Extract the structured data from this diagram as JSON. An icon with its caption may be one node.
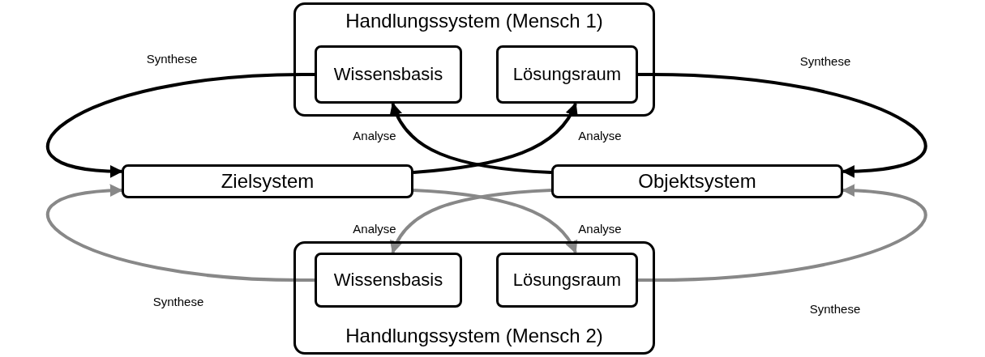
{
  "diagram": {
    "nodes": [
      {
        "text": [
          "Handlungssystem (Mensch 1)"
        ]
      },
      {
        "text": [
          "Wissensbasis"
        ],
        "in": 0
      },
      {
        "text": [
          "Lösungsraum"
        ],
        "in": 0
      },
      {
        "text": [
          "Zielsystem"
        ]
      },
      {
        "text": [
          "Objektsystem"
        ]
      },
      {
        "text": [
          "Handlungssystem (Mensch 2)"
        ]
      },
      {
        "text": [
          "Wissensbasis"
        ],
        "in": 5
      },
      {
        "text": [
          "Lösungsraum"
        ],
        "in": 5
      }
    ],
    "edges": [
      {
        "from": 1,
        "to": 3,
        "arrow": "to",
        "label": "Synthese"
      },
      {
        "from": 2,
        "to": 4,
        "arrow": "to",
        "label": "Synthese"
      },
      {
        "from": 4,
        "to": 1,
        "arrow": "to",
        "label": "Analyse"
      },
      {
        "from": 3,
        "to": 2,
        "arrow": "to",
        "label": "Analyse"
      },
      {
        "from": 6,
        "to": 3,
        "arrow": "to",
        "label": "Synthese",
        "color": "#888888"
      },
      {
        "from": 7,
        "to": 4,
        "arrow": "to",
        "label": "Synthese",
        "color": "#888888"
      },
      {
        "from": 4,
        "to": 6,
        "arrow": "to",
        "label": "Analyse",
        "color": "#888888"
      },
      {
        "from": 3,
        "to": 7,
        "arrow": "to",
        "label": "Analyse",
        "color": "#888888"
      }
    ]
  }
}
